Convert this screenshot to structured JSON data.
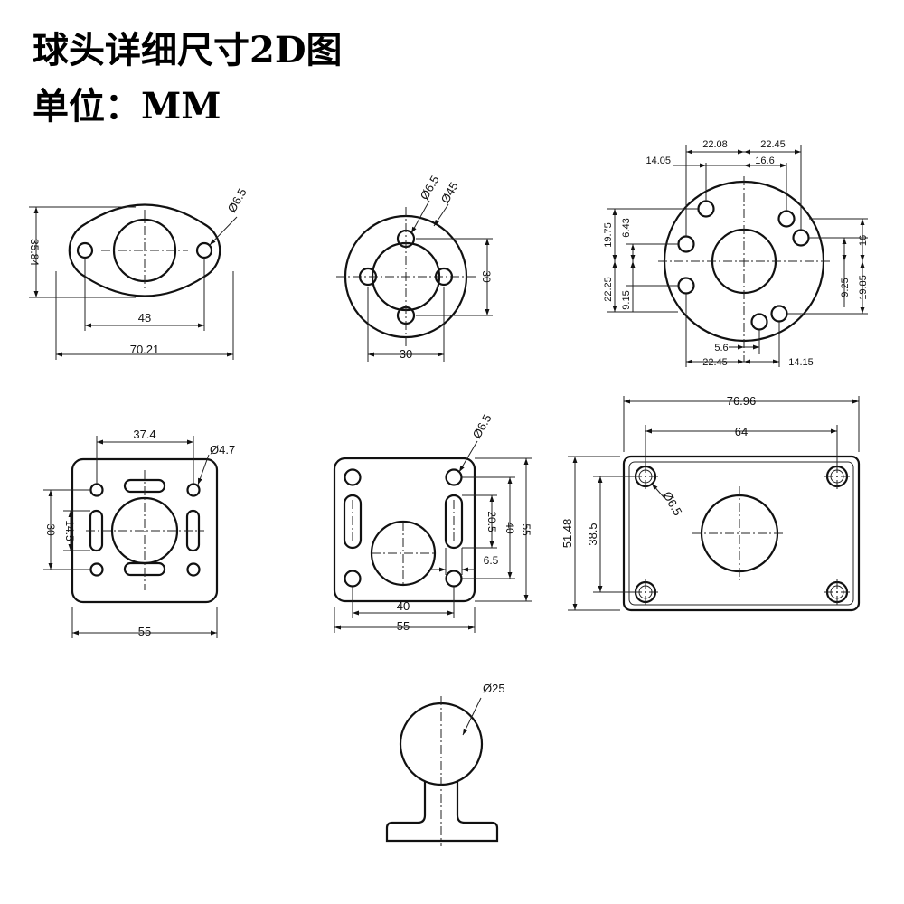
{
  "header": {
    "title": "球头详细尺寸2D图",
    "unit": "单位：MM"
  },
  "drawings": {
    "diamond_base": {
      "hole_dia": "Ø6.5",
      "height": "35.84",
      "hole_spacing": "48",
      "overall_width": "70.21"
    },
    "round_base": {
      "hole_dia": "Ø6.5",
      "outer_dia": "Ø45",
      "vertical_spacing": "30",
      "horizontal_spacing": "30"
    },
    "circle_pattern": {
      "top_left": "22.08",
      "top_right": "22.45",
      "upper_left": "14.05",
      "upper_right": "16.6",
      "left_top": "19.75",
      "left_inner": "6.43",
      "left_lower": "22.25",
      "left_bottom": "9.15",
      "right_top": "16",
      "right_inner": "9.25",
      "right_lower": "19.85",
      "bottom_small": "5.6",
      "bottom_left": "22.45",
      "bottom_right": "14.15"
    },
    "slot_plate": {
      "hole_dia": "Ø4.7",
      "top_spacing": "37.4",
      "vertical_spacing": "30",
      "slot_height": "14.5",
      "width": "55"
    },
    "square_plate": {
      "hole_dia": "Ø6.5",
      "slot_length": "20.5",
      "vertical_spacing": "40",
      "height": "55",
      "slot_width": "6.5",
      "hole_spacing": "40",
      "width": "55"
    },
    "rect_plate": {
      "width": "76.96",
      "hole_spacing": "64",
      "height": "51.48",
      "vertical_spacing": "38.5",
      "hole_dia": "Ø6.5"
    },
    "ball_side": {
      "ball_dia": "Ø25"
    }
  }
}
